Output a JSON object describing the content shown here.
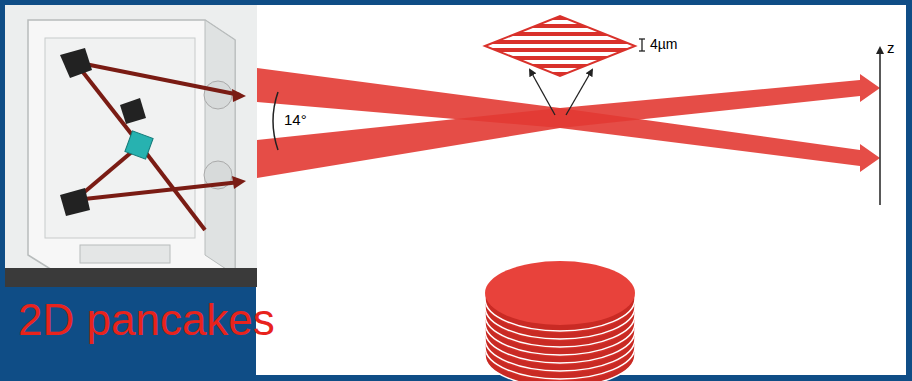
{
  "diagram": {
    "labels": [
      "14°",
      "4µm",
      "z",
      "2D pancakes"
    ]
  }
}
